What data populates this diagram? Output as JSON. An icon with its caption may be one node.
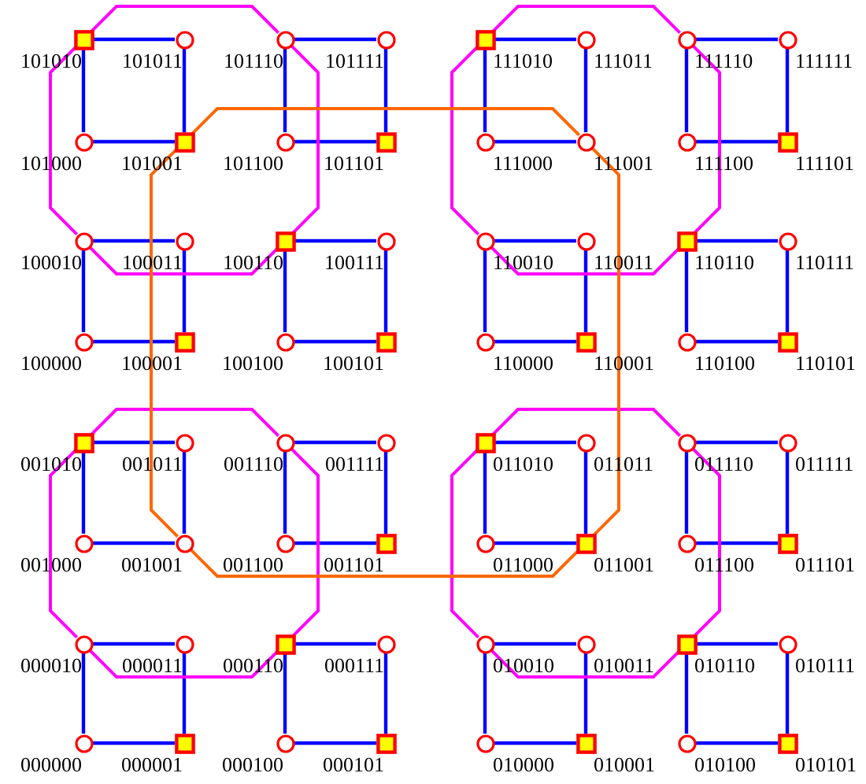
{
  "diagram": {
    "nodes": [
      {
        "text": [],
        "shape": "box",
        "beside": [
          "101010"
        ]
      },
      {
        "text": [],
        "shape": "circle",
        "beside": [
          "101011"
        ]
      },
      {
        "text": [],
        "shape": "circle",
        "beside": [
          "101110"
        ]
      },
      {
        "text": [],
        "shape": "circle",
        "beside": [
          "101111"
        ]
      },
      {
        "text": [],
        "shape": "box",
        "beside": [
          "111010"
        ]
      },
      {
        "text": [],
        "shape": "circle",
        "beside": [
          "111011"
        ]
      },
      {
        "text": [],
        "shape": "circle",
        "beside": [
          "111110"
        ]
      },
      {
        "text": [],
        "shape": "circle",
        "beside": [
          "111111"
        ]
      },
      {
        "text": [],
        "shape": "circle",
        "beside": [
          "101000"
        ]
      },
      {
        "text": [],
        "shape": "box",
        "beside": [
          "101001"
        ]
      },
      {
        "text": [],
        "shape": "circle",
        "beside": [
          "101100"
        ]
      },
      {
        "text": [],
        "shape": "box",
        "beside": [
          "101101"
        ]
      },
      {
        "text": [],
        "shape": "circle",
        "beside": [
          "111000"
        ]
      },
      {
        "text": [],
        "shape": "circle",
        "beside": [
          "111001"
        ]
      },
      {
        "text": [],
        "shape": "circle",
        "beside": [
          "111100"
        ]
      },
      {
        "text": [],
        "shape": "box",
        "beside": [
          "111101"
        ]
      },
      {
        "text": [],
        "shape": "circle",
        "beside": [
          "100010"
        ]
      },
      {
        "text": [],
        "shape": "circle",
        "beside": [
          "100011"
        ]
      },
      {
        "text": [],
        "shape": "box",
        "beside": [
          "100110"
        ]
      },
      {
        "text": [],
        "shape": "circle",
        "beside": [
          "100111"
        ]
      },
      {
        "text": [],
        "shape": "circle",
        "beside": [
          "110010"
        ]
      },
      {
        "text": [],
        "shape": "circle",
        "beside": [
          "110011"
        ]
      },
      {
        "text": [],
        "shape": "box",
        "beside": [
          "110110"
        ]
      },
      {
        "text": [],
        "shape": "circle",
        "beside": [
          "110111"
        ]
      },
      {
        "text": [],
        "shape": "circle",
        "beside": [
          "100000"
        ]
      },
      {
        "text": [],
        "shape": "box",
        "beside": [
          "100001"
        ]
      },
      {
        "text": [],
        "shape": "circle",
        "beside": [
          "100100"
        ]
      },
      {
        "text": [],
        "shape": "box",
        "beside": [
          "100101"
        ]
      },
      {
        "text": [],
        "shape": "circle",
        "beside": [
          "110000"
        ]
      },
      {
        "text": [],
        "shape": "box",
        "beside": [
          "110001"
        ]
      },
      {
        "text": [],
        "shape": "circle",
        "beside": [
          "110100"
        ]
      },
      {
        "text": [],
        "shape": "box",
        "beside": [
          "110101"
        ]
      },
      {
        "text": [],
        "shape": "box",
        "beside": [
          "001010"
        ]
      },
      {
        "text": [],
        "shape": "circle",
        "beside": [
          "001011"
        ]
      },
      {
        "text": [],
        "shape": "circle",
        "beside": [
          "001110"
        ]
      },
      {
        "text": [],
        "shape": "circle",
        "beside": [
          "001111"
        ]
      },
      {
        "text": [],
        "shape": "box",
        "beside": [
          "011010"
        ]
      },
      {
        "text": [],
        "shape": "circle",
        "beside": [
          "011011"
        ]
      },
      {
        "text": [],
        "shape": "circle",
        "beside": [
          "011110"
        ]
      },
      {
        "text": [],
        "shape": "circle",
        "beside": [
          "011111"
        ]
      },
      {
        "text": [],
        "shape": "circle",
        "beside": [
          "001000"
        ]
      },
      {
        "text": [],
        "shape": "circle",
        "beside": [
          "001001"
        ]
      },
      {
        "text": [],
        "shape": "circle",
        "beside": [
          "001100"
        ]
      },
      {
        "text": [],
        "shape": "box",
        "beside": [
          "001101"
        ]
      },
      {
        "text": [],
        "shape": "circle",
        "beside": [
          "011000"
        ]
      },
      {
        "text": [],
        "shape": "box",
        "beside": [
          "011001"
        ]
      },
      {
        "text": [],
        "shape": "circle",
        "beside": [
          "011100"
        ]
      },
      {
        "text": [],
        "shape": "box",
        "beside": [
          "011101"
        ]
      },
      {
        "text": [],
        "shape": "circle",
        "beside": [
          "000010"
        ]
      },
      {
        "text": [],
        "shape": "circle",
        "beside": [
          "000011"
        ]
      },
      {
        "text": [],
        "shape": "box",
        "beside": [
          "000110"
        ]
      },
      {
        "text": [],
        "shape": "circle",
        "beside": [
          "000111"
        ]
      },
      {
        "text": [],
        "shape": "circle",
        "beside": [
          "010010"
        ]
      },
      {
        "text": [],
        "shape": "circle",
        "beside": [
          "010011"
        ]
      },
      {
        "text": [],
        "shape": "box",
        "beside": [
          "010110"
        ]
      },
      {
        "text": [],
        "shape": "circle",
        "beside": [
          "010111"
        ]
      },
      {
        "text": [],
        "shape": "circle",
        "beside": [
          "000000"
        ]
      },
      {
        "text": [],
        "shape": "box",
        "beside": [
          "000001"
        ]
      },
      {
        "text": [],
        "shape": "circle",
        "beside": [
          "000100"
        ]
      },
      {
        "text": [],
        "shape": "box",
        "beside": [
          "000101"
        ]
      },
      {
        "text": [],
        "shape": "circle",
        "beside": [
          "010000"
        ]
      },
      {
        "text": [],
        "shape": "box",
        "beside": [
          "010001"
        ]
      },
      {
        "text": [],
        "shape": "circle",
        "beside": [
          "010100"
        ]
      },
      {
        "text": [],
        "shape": "box",
        "beside": [
          "010101"
        ]
      }
    ],
    "edges": [
      {
        "from": 0,
        "to": 1,
        "arrow": "none"
      },
      {
        "from": 1,
        "to": 9,
        "arrow": "none"
      },
      {
        "from": 8,
        "to": 9,
        "arrow": "none"
      },
      {
        "from": 0,
        "to": 8,
        "arrow": "none"
      },
      {
        "from": 2,
        "to": 3,
        "arrow": "none"
      },
      {
        "from": 3,
        "to": 11,
        "arrow": "none"
      },
      {
        "from": 10,
        "to": 11,
        "arrow": "none"
      },
      {
        "from": 2,
        "to": 10,
        "arrow": "none"
      },
      {
        "from": 4,
        "to": 5,
        "arrow": "none"
      },
      {
        "from": 5,
        "to": 13,
        "arrow": "none"
      },
      {
        "from": 12,
        "to": 13,
        "arrow": "none"
      },
      {
        "from": 4,
        "to": 12,
        "arrow": "none"
      },
      {
        "from": 6,
        "to": 7,
        "arrow": "none"
      },
      {
        "from": 7,
        "to": 15,
        "arrow": "none"
      },
      {
        "from": 14,
        "to": 15,
        "arrow": "none"
      },
      {
        "from": 6,
        "to": 14,
        "arrow": "none"
      },
      {
        "from": 16,
        "to": 17,
        "arrow": "none"
      },
      {
        "from": 17,
        "to": 25,
        "arrow": "none"
      },
      {
        "from": 24,
        "to": 25,
        "arrow": "none"
      },
      {
        "from": 16,
        "to": 24,
        "arrow": "none"
      },
      {
        "from": 18,
        "to": 19,
        "arrow": "none"
      },
      {
        "from": 19,
        "to": 27,
        "arrow": "none"
      },
      {
        "from": 26,
        "to": 27,
        "arrow": "none"
      },
      {
        "from": 18,
        "to": 26,
        "arrow": "none"
      },
      {
        "from": 20,
        "to": 21,
        "arrow": "none"
      },
      {
        "from": 21,
        "to": 29,
        "arrow": "none"
      },
      {
        "from": 28,
        "to": 29,
        "arrow": "none"
      },
      {
        "from": 20,
        "to": 28,
        "arrow": "none"
      },
      {
        "from": 22,
        "to": 23,
        "arrow": "none"
      },
      {
        "from": 23,
        "to": 31,
        "arrow": "none"
      },
      {
        "from": 30,
        "to": 31,
        "arrow": "none"
      },
      {
        "from": 22,
        "to": 30,
        "arrow": "none"
      },
      {
        "from": 32,
        "to": 33,
        "arrow": "none"
      },
      {
        "from": 33,
        "to": 41,
        "arrow": "none"
      },
      {
        "from": 40,
        "to": 41,
        "arrow": "none"
      },
      {
        "from": 32,
        "to": 40,
        "arrow": "none"
      },
      {
        "from": 34,
        "to": 35,
        "arrow": "none"
      },
      {
        "from": 35,
        "to": 43,
        "arrow": "none"
      },
      {
        "from": 42,
        "to": 43,
        "arrow": "none"
      },
      {
        "from": 34,
        "to": 42,
        "arrow": "none"
      },
      {
        "from": 36,
        "to": 37,
        "arrow": "none"
      },
      {
        "from": 37,
        "to": 45,
        "arrow": "none"
      },
      {
        "from": 44,
        "to": 45,
        "arrow": "none"
      },
      {
        "from": 36,
        "to": 44,
        "arrow": "none"
      },
      {
        "from": 38,
        "to": 39,
        "arrow": "none"
      },
      {
        "from": 39,
        "to": 47,
        "arrow": "none"
      },
      {
        "from": 46,
        "to": 47,
        "arrow": "none"
      },
      {
        "from": 38,
        "to": 46,
        "arrow": "none"
      },
      {
        "from": 48,
        "to": 49,
        "arrow": "none"
      },
      {
        "from": 49,
        "to": 57,
        "arrow": "none"
      },
      {
        "from": 56,
        "to": 57,
        "arrow": "none"
      },
      {
        "from": 48,
        "to": 56,
        "arrow": "none"
      },
      {
        "from": 50,
        "to": 51,
        "arrow": "none"
      },
      {
        "from": 51,
        "to": 59,
        "arrow": "none"
      },
      {
        "from": 58,
        "to": 59,
        "arrow": "none"
      },
      {
        "from": 50,
        "to": 58,
        "arrow": "none"
      },
      {
        "from": 52,
        "to": 53,
        "arrow": "none"
      },
      {
        "from": 53,
        "to": 61,
        "arrow": "none"
      },
      {
        "from": 60,
        "to": 61,
        "arrow": "none"
      },
      {
        "from": 52,
        "to": 60,
        "arrow": "none"
      },
      {
        "from": 54,
        "to": 55,
        "arrow": "none"
      },
      {
        "from": 55,
        "to": 63,
        "arrow": "none"
      },
      {
        "from": 62,
        "to": 63,
        "arrow": "none"
      },
      {
        "from": 54,
        "to": 62,
        "arrow": "none"
      },
      {
        "from": 0,
        "to": 2,
        "arrow": "none",
        "color": "#ff00ff"
      },
      {
        "from": 2,
        "to": 18,
        "arrow": "none",
        "color": "#ff00ff"
      },
      {
        "from": 18,
        "to": 16,
        "arrow": "none",
        "color": "#ff00ff"
      },
      {
        "from": 16,
        "to": 0,
        "arrow": "none",
        "color": "#ff00ff"
      },
      {
        "from": 4,
        "to": 6,
        "arrow": "none",
        "color": "#ff00ff"
      },
      {
        "from": 6,
        "to": 22,
        "arrow": "none",
        "color": "#ff00ff"
      },
      {
        "from": 22,
        "to": 20,
        "arrow": "none",
        "color": "#ff00ff"
      },
      {
        "from": 20,
        "to": 4,
        "arrow": "none",
        "color": "#ff00ff"
      },
      {
        "from": 32,
        "to": 34,
        "arrow": "none",
        "color": "#ff00ff"
      },
      {
        "from": 34,
        "to": 50,
        "arrow": "none",
        "color": "#ff00ff"
      },
      {
        "from": 50,
        "to": 48,
        "arrow": "none",
        "color": "#ff00ff"
      },
      {
        "from": 48,
        "to": 32,
        "arrow": "none",
        "color": "#ff00ff"
      },
      {
        "from": 36,
        "to": 38,
        "arrow": "none",
        "color": "#ff00ff"
      },
      {
        "from": 38,
        "to": 54,
        "arrow": "none",
        "color": "#ff00ff"
      },
      {
        "from": 54,
        "to": 52,
        "arrow": "none",
        "color": "#ff00ff"
      },
      {
        "from": 52,
        "to": 36,
        "arrow": "none",
        "color": "#ff00ff"
      },
      {
        "from": 9,
        "to": 13,
        "arrow": "none",
        "color": "#ff6600"
      },
      {
        "from": 13,
        "to": 45,
        "arrow": "none",
        "color": "#ff6600"
      },
      {
        "from": 45,
        "to": 41,
        "arrow": "none",
        "color": "#ff6600"
      },
      {
        "from": 41,
        "to": 9,
        "arrow": "none",
        "color": "#ff6600"
      }
    ]
  }
}
